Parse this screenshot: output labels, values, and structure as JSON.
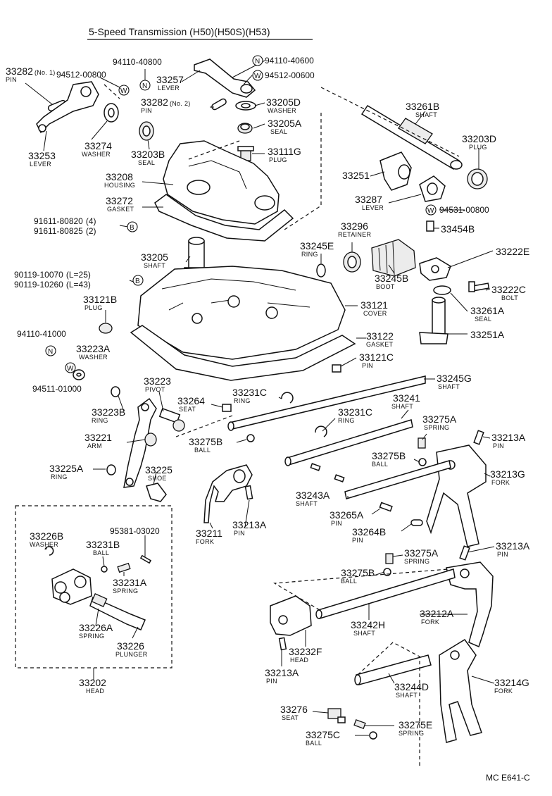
{
  "title": "5-Speed Transmission (H50)(H50S)(H53)",
  "figure_code": "MC E641-C",
  "parts": {
    "p33282_1": {
      "code": "33282",
      "note": "(No. 1)",
      "name": "PIN"
    },
    "p94512_00800": {
      "code": "94512-00800"
    },
    "p94110_40800": {
      "code": "94110-40800"
    },
    "p33257": {
      "code": "33257",
      "name": "LEVER"
    },
    "p94110_40600": {
      "code": "94110-40600"
    },
    "p94512_00600": {
      "code": "94512-00600"
    },
    "p33282_2": {
      "code": "33282",
      "note": "(No. 2)",
      "name": "PIN"
    },
    "p33205D": {
      "code": "33205D",
      "name": "WASHER"
    },
    "p33274": {
      "code": "33274",
      "name": "WASHER"
    },
    "p33253": {
      "code": "33253",
      "name": "LEVER"
    },
    "p33203B": {
      "code": "33203B",
      "name": "SEAL"
    },
    "p33205A": {
      "code": "33205A",
      "name": "SEAL"
    },
    "p33111G": {
      "code": "33111G",
      "name": "PLUG"
    },
    "p33208": {
      "code": "33208",
      "name": "HOUSING"
    },
    "p33272": {
      "code": "33272",
      "name": "GASKET"
    },
    "p91611_80820": {
      "code": "91611-80820",
      "qty": "(4)"
    },
    "p91611_80825": {
      "code": "91611-80825",
      "qty": "(2)"
    },
    "p33261B": {
      "code": "33261B",
      "name": "SHAFT"
    },
    "p33203D": {
      "code": "33203D",
      "name": "PLUG"
    },
    "p33251": {
      "code": "33251"
    },
    "p33287": {
      "code": "33287",
      "name": "LEVER"
    },
    "p94531_00800": {
      "code": "94531-00800"
    },
    "p33454B": {
      "code": "33454B"
    },
    "p33296": {
      "code": "33296",
      "name": "RETAINER"
    },
    "p33245E": {
      "code": "33245E",
      "name": "RING"
    },
    "p33222E": {
      "code": "33222E"
    },
    "p33245B": {
      "code": "33245B",
      "name": "BOOT"
    },
    "p33222C": {
      "code": "33222C",
      "name": "BOLT"
    },
    "p33205": {
      "code": "33205",
      "name": "SHAFT"
    },
    "p90119_10070": {
      "code": "90119-10070",
      "len": "(L=25)"
    },
    "p90119_10260": {
      "code": "90119-10260",
      "len": "(L=43)"
    },
    "p33121B": {
      "code": "33121B",
      "name": "PLUG"
    },
    "p33121": {
      "code": "33121",
      "name": "COVER"
    },
    "p33261A": {
      "code": "33261A",
      "name": "SEAL"
    },
    "p33251A": {
      "code": "33251A"
    },
    "p94110_41000": {
      "code": "94110-41000"
    },
    "p33122": {
      "code": "33122",
      "name": "GASKET"
    },
    "p33223A": {
      "code": "33223A",
      "name": "WASHER"
    },
    "p33121C": {
      "code": "33121C",
      "name": "PIN"
    },
    "p94511_01000": {
      "code": "94511-01000"
    },
    "p33245G": {
      "code": "33245G",
      "name": "SHAFT"
    },
    "p33223": {
      "code": "33223",
      "name": "PIVOT"
    },
    "p33223B": {
      "code": "33223B",
      "name": "RING"
    },
    "p33264": {
      "code": "33264",
      "name": "SEAT"
    },
    "p33231C_a": {
      "code": "33231C",
      "name": "RING"
    },
    "p33241": {
      "code": "33241",
      "name": "SHAFT"
    },
    "p33231C_b": {
      "code": "33231C",
      "name": "RING"
    },
    "p33275A_a": {
      "code": "33275A",
      "name": "SPRING"
    },
    "p33213A_a": {
      "code": "33213A",
      "name": "PIN"
    },
    "p33221": {
      "code": "33221",
      "name": "ARM"
    },
    "p33275B_a": {
      "code": "33275B",
      "name": "BALL"
    },
    "p33275B_b": {
      "code": "33275B",
      "name": "BALL"
    },
    "p33213G": {
      "code": "33213G",
      "name": "FORK"
    },
    "p33225A": {
      "code": "33225A",
      "name": "RING"
    },
    "p33225": {
      "code": "33225",
      "name": "SHOE"
    },
    "p33243A": {
      "code": "33243A",
      "name": "SHAFT"
    },
    "p33265A": {
      "code": "33265A",
      "name": "PIN"
    },
    "p33226B": {
      "code": "33226B",
      "name": "WASHER"
    },
    "p95381_03020": {
      "code": "95381-03020"
    },
    "p33231B": {
      "code": "33231B",
      "name": "BALL"
    },
    "p33231A": {
      "code": "33231A",
      "name": "SPRING"
    },
    "p33226A": {
      "code": "33226A",
      "name": "SPRING"
    },
    "p33226": {
      "code": "33226",
      "name": "PLUNGER"
    },
    "p33202": {
      "code": "33202",
      "name": "HEAD"
    },
    "p33211": {
      "code": "33211",
      "name": "FORK"
    },
    "p33213A_b": {
      "code": "33213A",
      "name": "PIN"
    },
    "p33264B": {
      "code": "33264B",
      "name": "PIN"
    },
    "p33213A_c": {
      "code": "33213A",
      "name": "PIN"
    },
    "p33275A_b": {
      "code": "33275A",
      "name": "SPRING"
    },
    "p33275B_c": {
      "code": "33275B",
      "name": "BALL"
    },
    "p33212A": {
      "code": "33212A",
      "name": "FORK"
    },
    "p33242H": {
      "code": "33242H",
      "name": "SHAFT"
    },
    "p33232F": {
      "code": "33232F",
      "name": "HEAD"
    },
    "p33213A_d": {
      "code": "33213A",
      "name": "PIN"
    },
    "p33244D": {
      "code": "33244D",
      "name": "SHAFT"
    },
    "p33214G": {
      "code": "33214G",
      "name": "FORK"
    },
    "p33276": {
      "code": "33276",
      "name": "SEAT"
    },
    "p33275E": {
      "code": "33275E",
      "name": "SPRING"
    },
    "p33275C": {
      "code": "33275C",
      "name": "BALL"
    }
  },
  "markers": {
    "n": "N",
    "w": "W",
    "b": "B"
  },
  "colors": {
    "ink": "#111111",
    "paper": "#ffffff"
  }
}
